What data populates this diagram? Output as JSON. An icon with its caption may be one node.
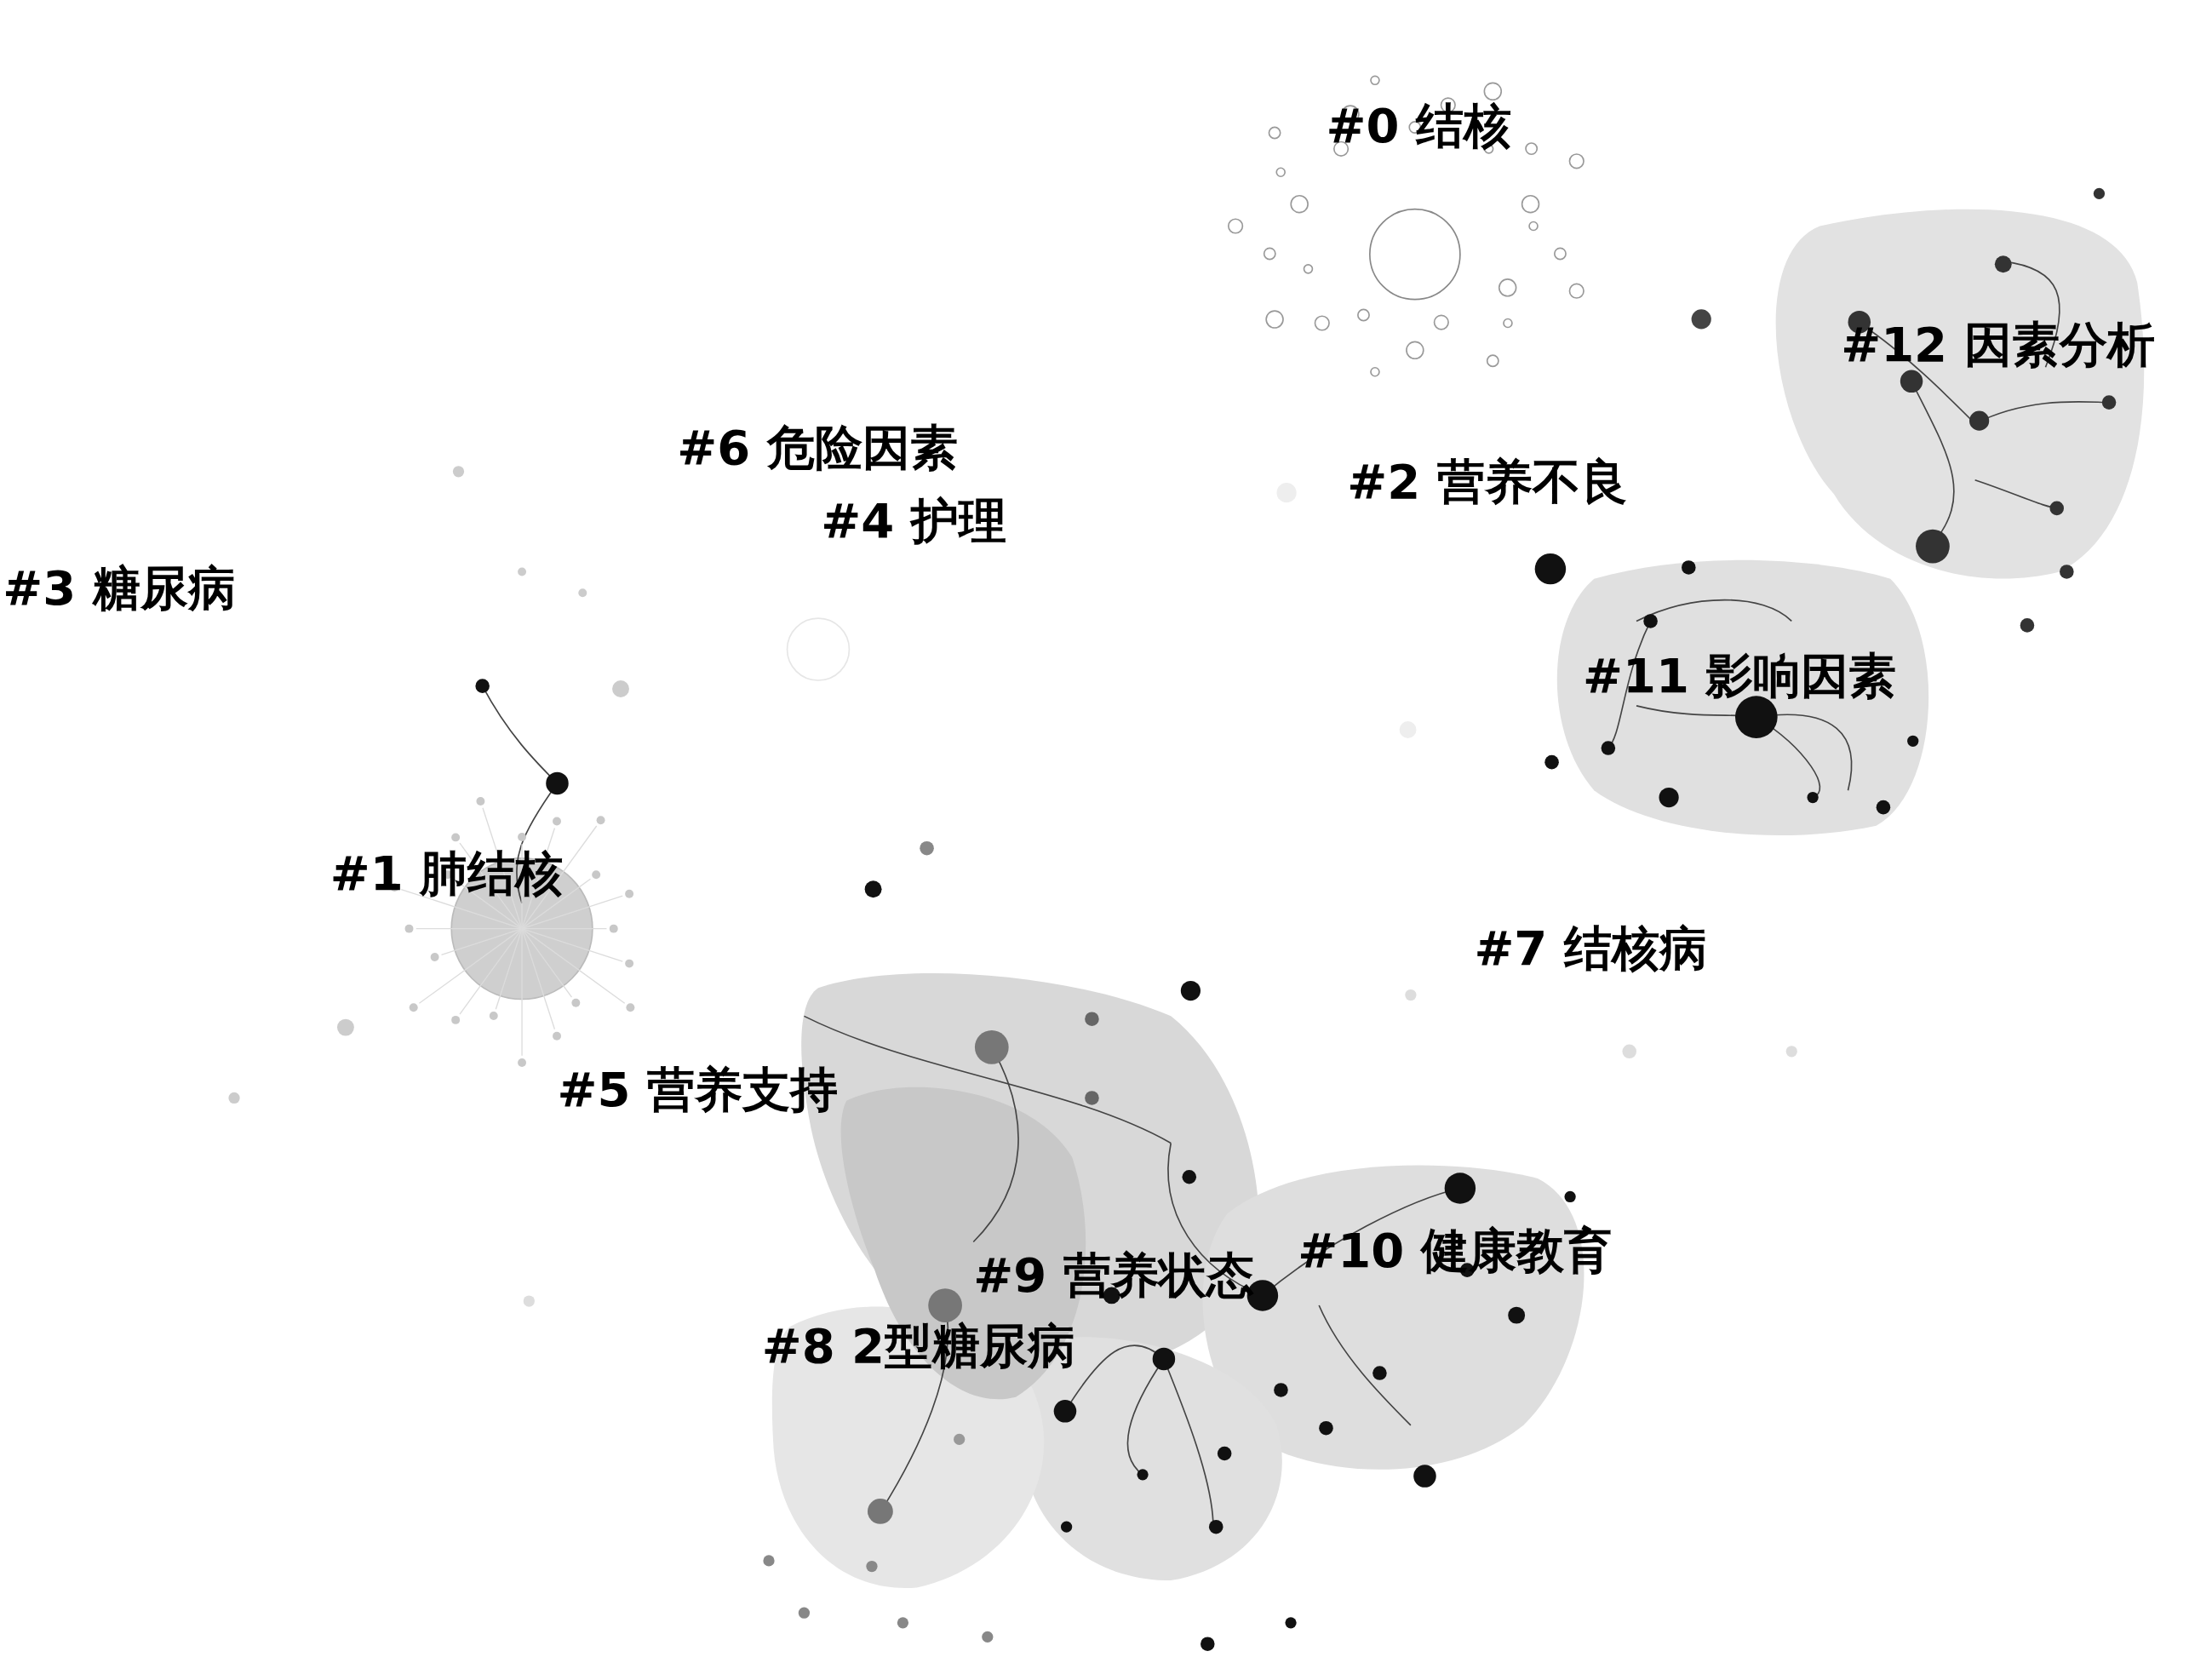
{
  "diagram": {
    "labels": [
      "#0 结核",
      "#12 因素分析",
      "#6 危险因素",
      "#2 营养不良",
      "#4 护理",
      "#3 糖尿病",
      "#11 影响因素",
      "#1 肺结核",
      "#7 结核病",
      "#5 营养支持",
      "#10 健康教育",
      "#9 营养状态",
      "#8 2型糖尿病"
    ]
  }
}
